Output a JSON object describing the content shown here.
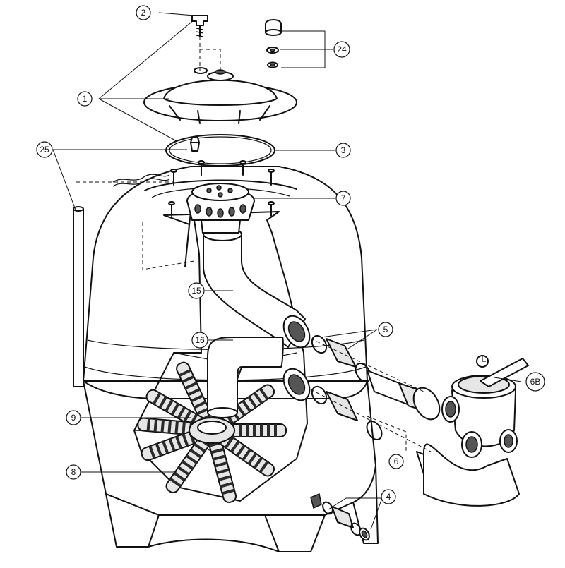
{
  "diagram": {
    "callouts": [
      {
        "id": "c1",
        "label": "1"
      },
      {
        "id": "c2",
        "label": "2"
      },
      {
        "id": "c3",
        "label": "3"
      },
      {
        "id": "c4",
        "label": "4"
      },
      {
        "id": "c5",
        "label": "5"
      },
      {
        "id": "c6",
        "label": "6"
      },
      {
        "id": "c6b",
        "label": "6B"
      },
      {
        "id": "c7",
        "label": "7"
      },
      {
        "id": "c8",
        "label": "8"
      },
      {
        "id": "c9",
        "label": "9"
      },
      {
        "id": "c15",
        "label": "15"
      },
      {
        "id": "c16",
        "label": "16"
      },
      {
        "id": "c24",
        "label": "24"
      },
      {
        "id": "c25",
        "label": "25"
      }
    ]
  }
}
